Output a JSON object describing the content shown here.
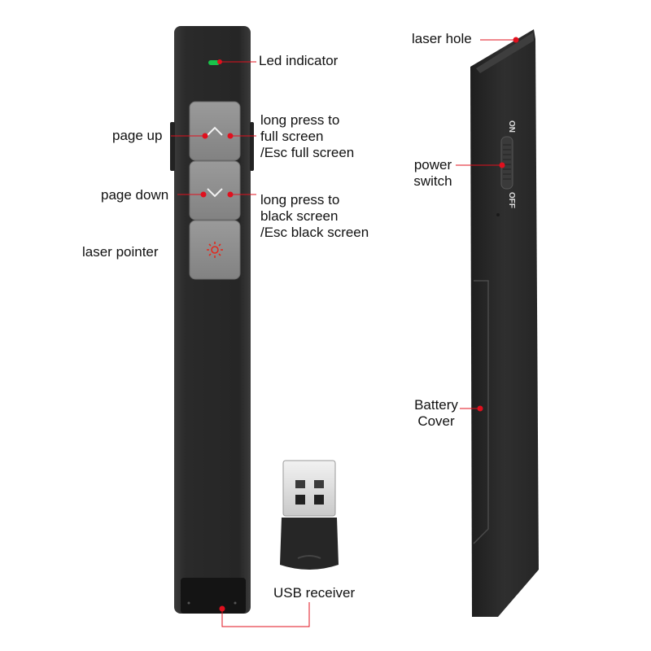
{
  "labels": {
    "led_indicator": "Led indicator",
    "page_up": "page up",
    "page_down": "page down",
    "long_press_full": [
      "long press to",
      "full screen",
      "/Esc full screen"
    ],
    "long_press_black": [
      "long press to",
      "black screen",
      "/Esc black screen"
    ],
    "laser_pointer": "laser pointer",
    "laser_hole": "laser hole",
    "power_switch": [
      "power",
      "switch"
    ],
    "battery_cover": [
      "Battery",
      "Cover"
    ],
    "usb_receiver": "USB receiver"
  },
  "switch_text": {
    "on": "ON",
    "off": "OFF"
  },
  "colors": {
    "body": "#2e2e2e",
    "button": "#8e8e8e",
    "callout": "#e0101e",
    "led": "#19c24a",
    "laser_icon": "#e32a1f"
  },
  "icons": {
    "page_up_button": "chevron-up-icon",
    "page_down_button": "chevron-down-icon",
    "laser_button": "laser-sun-icon"
  }
}
